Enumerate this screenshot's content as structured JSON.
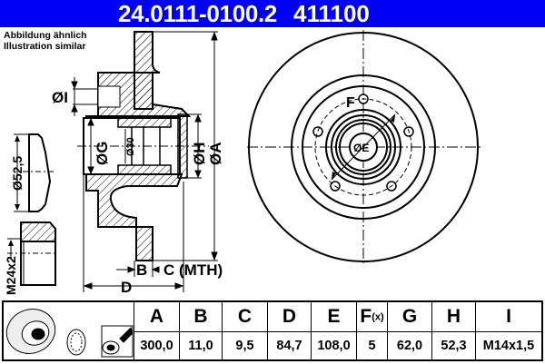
{
  "header": {
    "part_number": "24.0111-0100.2",
    "reference_number": "411100",
    "background_color": "#0000f5"
  },
  "note": {
    "line1": "Abbildung ähnlich",
    "line2": "Illustration similar"
  },
  "drawing_labels": {
    "dia_I": "ØI",
    "dia_G": "ØG",
    "dia_30": "Ø30",
    "dia_H": "ØH",
    "dia_A": "ØA",
    "dia_52_5": "Ø52,5",
    "thread_M24x2": "M24x2",
    "B": "B",
    "C_MTH": "C (MTH)",
    "D": "D",
    "F": "F",
    "dia_E": "ØE"
  },
  "icons": [
    "brake-disc-icon",
    "wheel-bearing-icon",
    "abs-sensor-spray-icon"
  ],
  "table": {
    "headers": [
      "A",
      "B",
      "C",
      "D",
      "E",
      "F",
      "G",
      "H",
      "I"
    ],
    "header_F_suffix": "(x)",
    "values": [
      "300,0",
      "11,0",
      "9,5",
      "84,7",
      "108,0",
      "5",
      "62,0",
      "52,3",
      "M14x1,5"
    ]
  }
}
